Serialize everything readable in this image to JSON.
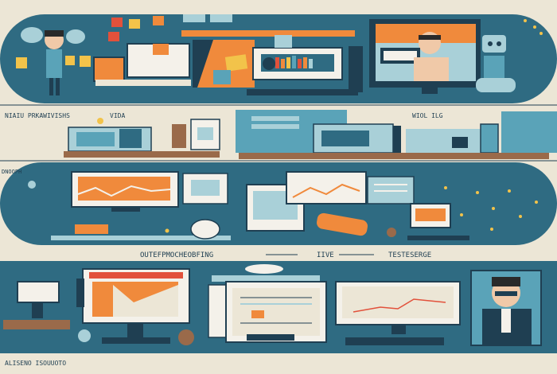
{
  "labels": {
    "band2_left": "NIAIU PRKAWIVISHS",
    "band2_mid": "VIDA",
    "band2_right": "WIOL ILG",
    "band3_left": "DNOOPH",
    "band4_left": "OUTEFPMOCHEOBFING",
    "band4_mid": "IIVE",
    "band4_right": "TESTESERGE",
    "footer_left": "ALISENO ISOUUOTO"
  },
  "colors": {
    "paper": "#ece6d6",
    "teal_dark": "#2f6b82",
    "teal": "#5aa3b8",
    "teal_light": "#a9d0d8",
    "navy": "#1f3f52",
    "orange": "#f08a3c",
    "yellow": "#f2c34a",
    "red": "#e2513b",
    "brown": "#9a6a4a"
  }
}
